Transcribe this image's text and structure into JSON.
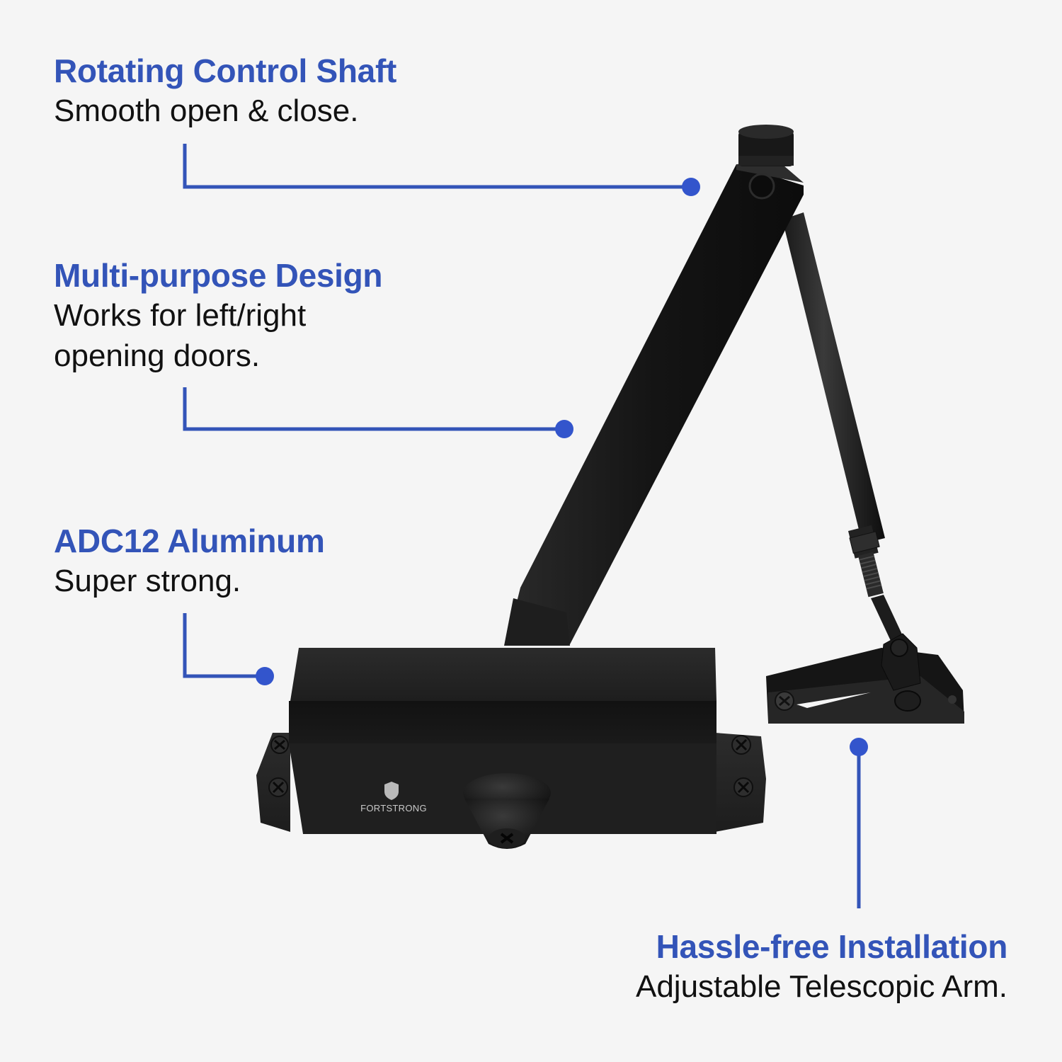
{
  "background_color": "#f5f5f5",
  "accent_color": "#3354b8",
  "product": {
    "name": "door closer",
    "brand_label": "FORTSTRONG",
    "brand_icon": "shield-lock-icon",
    "finish_color": "#1c1c1c"
  },
  "features": [
    {
      "title": "Rotating Control Shaft",
      "description": "Smooth open & close."
    },
    {
      "title": "Multi-purpose Design",
      "description": "Works for left/right\nopening doors."
    },
    {
      "title": "ADC12 Aluminum",
      "description": "Super strong."
    },
    {
      "title": "Hassle-free Installation",
      "description": "Adjustable Telescopic Arm."
    }
  ]
}
